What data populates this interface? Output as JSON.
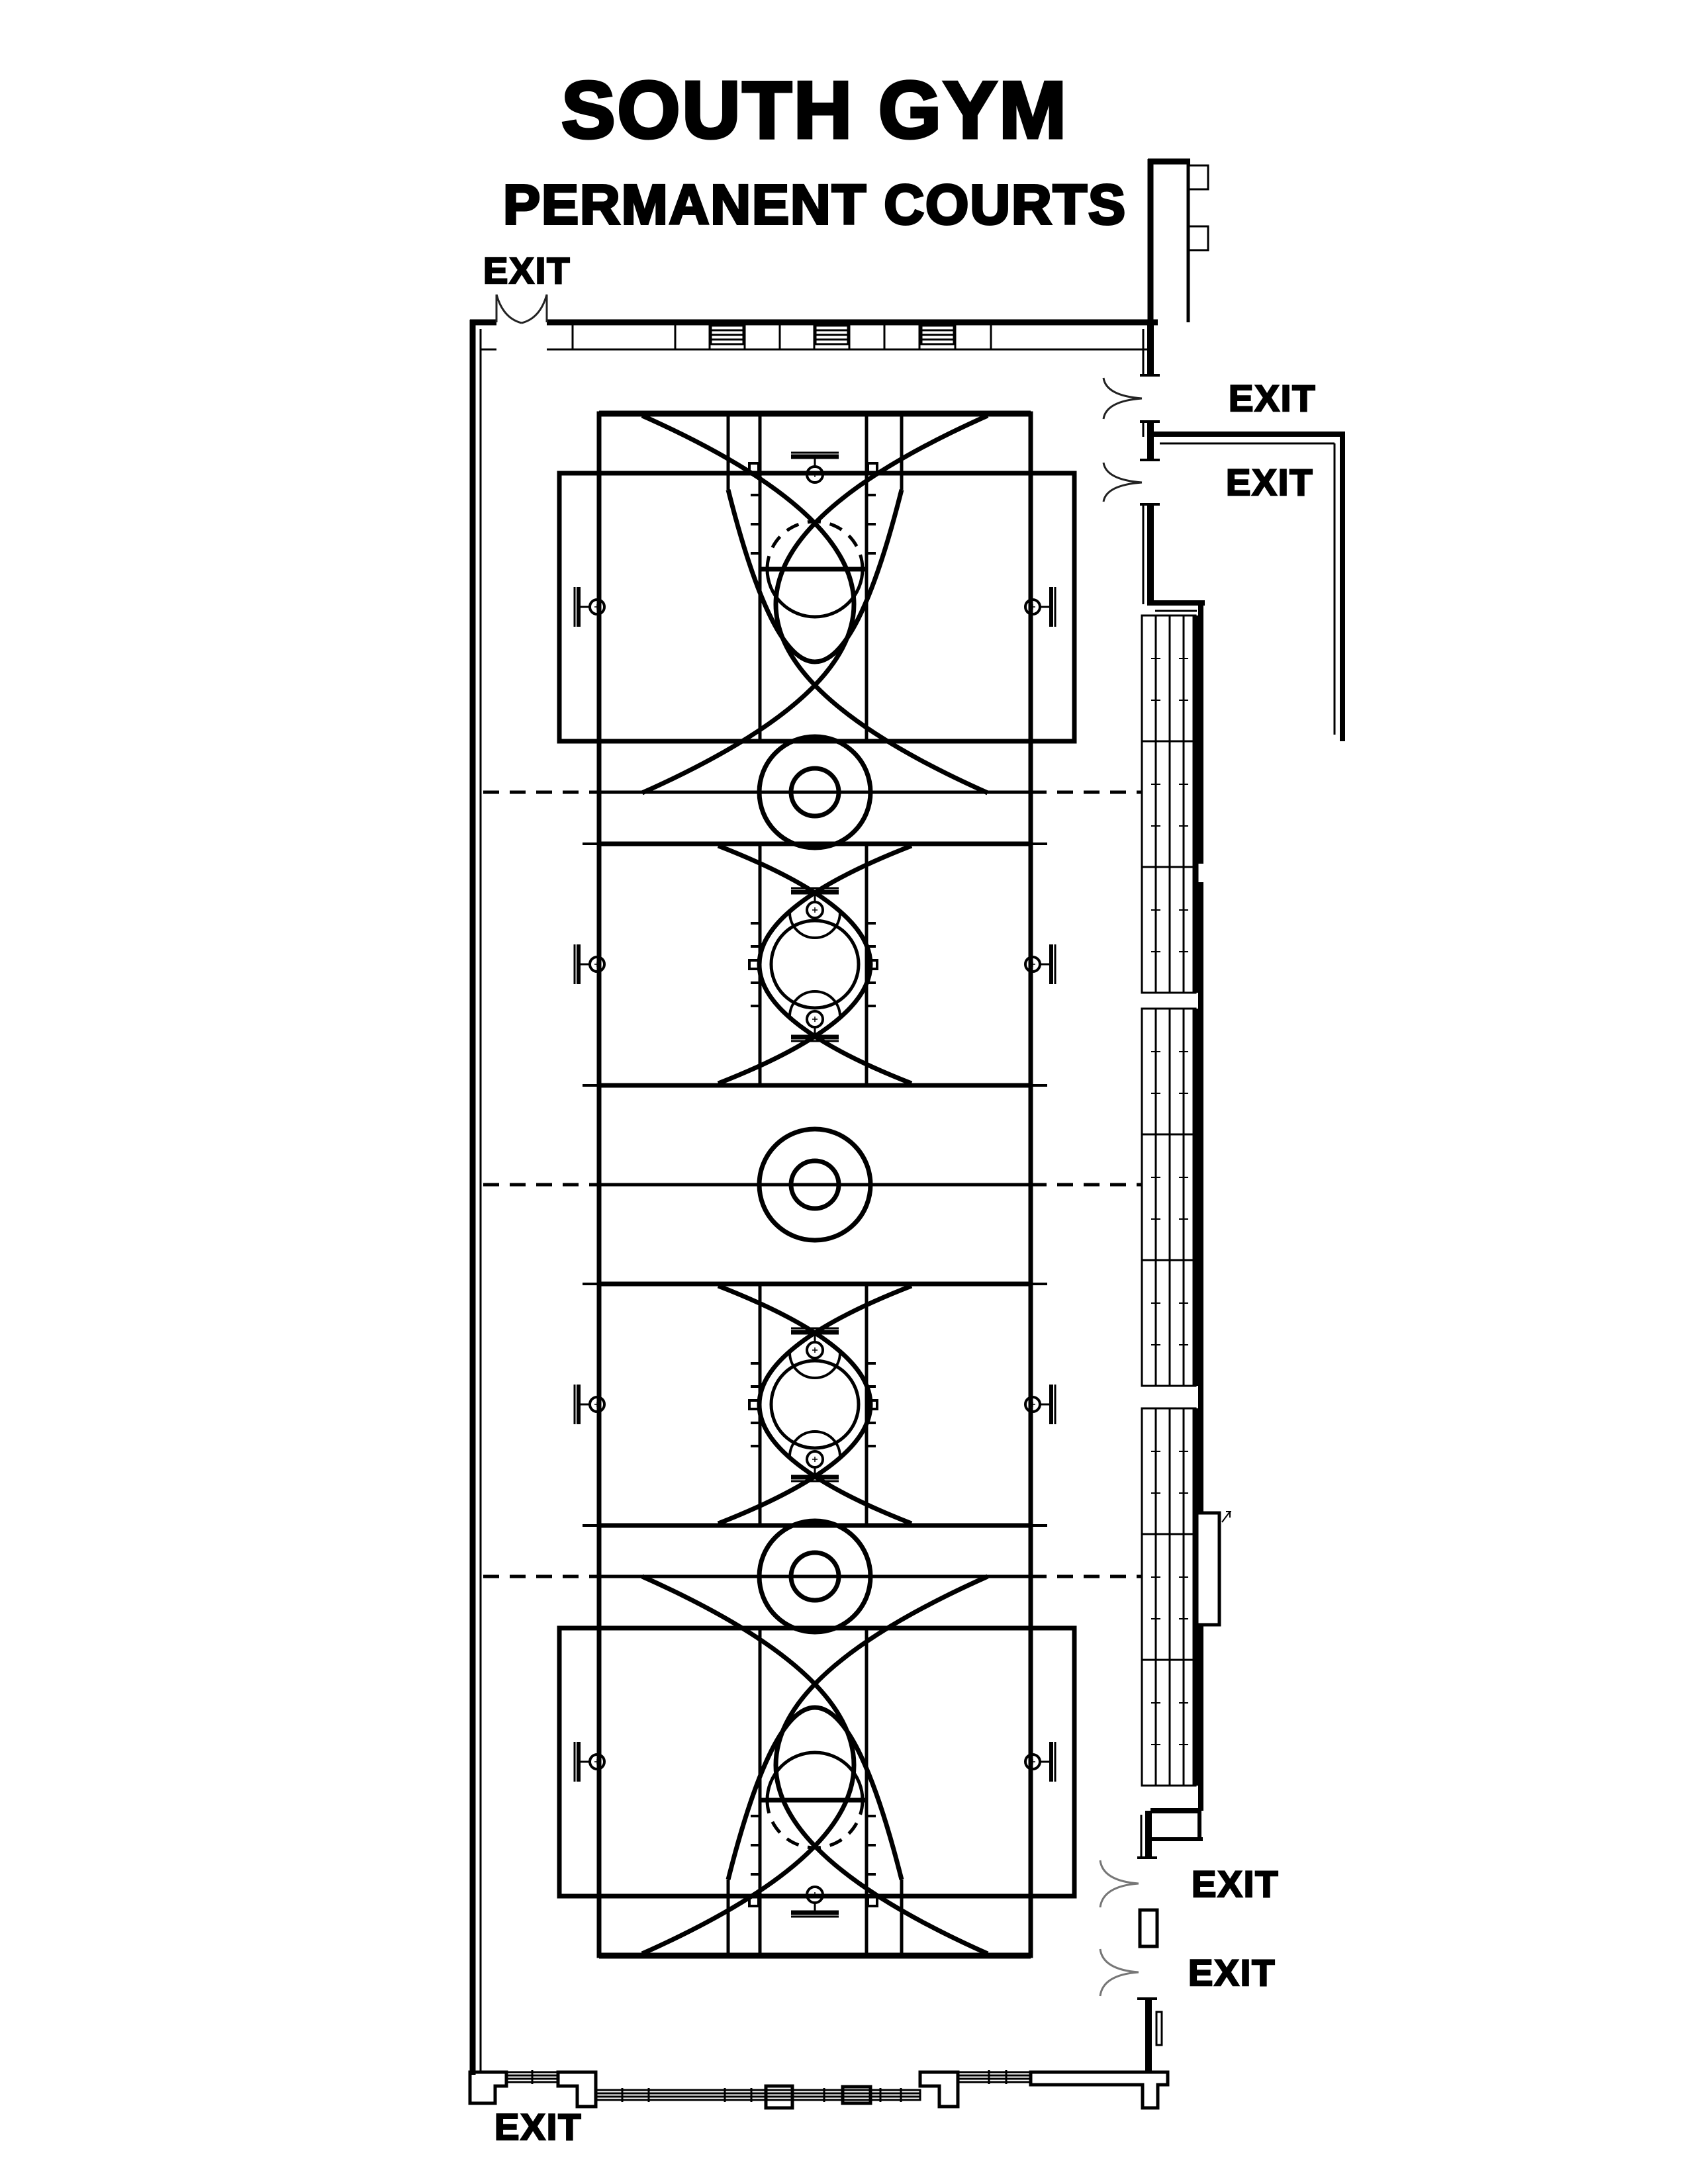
{
  "title": "SOUTH GYM",
  "subtitle": "PERMANENT COURTS",
  "exits": [
    {
      "id": "top-left",
      "label": "EXIT"
    },
    {
      "id": "right-upper-1",
      "label": "EXIT"
    },
    {
      "id": "right-upper-2",
      "label": "EXIT"
    },
    {
      "id": "right-lower-1",
      "label": "EXIT"
    },
    {
      "id": "right-lower-2",
      "label": "EXIT"
    },
    {
      "id": "bottom-left",
      "label": "EXIT"
    }
  ],
  "colors": {
    "ink": "#000000",
    "paper": "#ffffff"
  },
  "plan": {
    "facility_name": "SOUTH GYM",
    "drawing_type": "PERMANENT COURTS",
    "exit_count": 6,
    "cross_court_count": 4,
    "bleacher_side": "right"
  }
}
